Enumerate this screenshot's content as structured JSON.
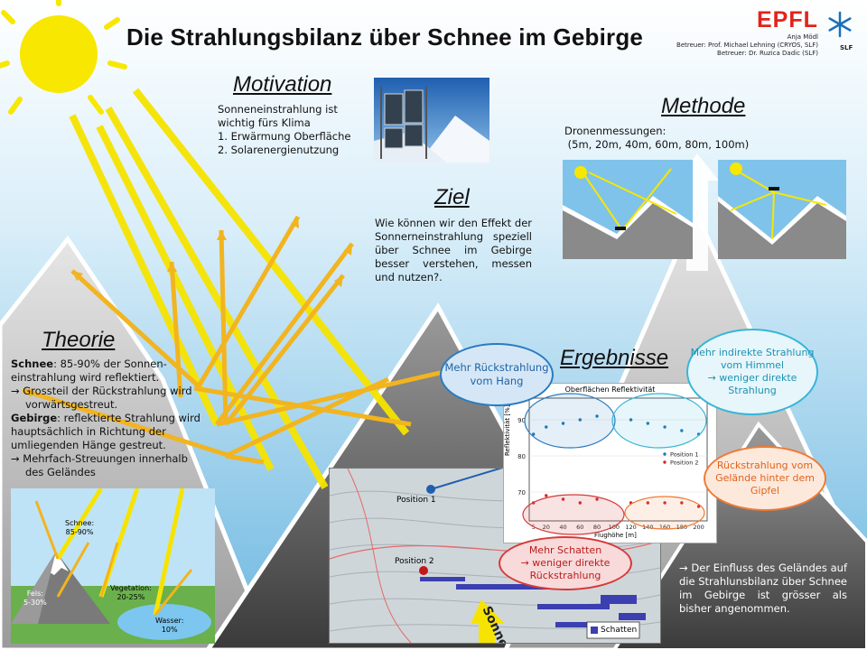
{
  "header": {
    "title": "Die Strahlungsbilanz über Schnee im Gebirge",
    "logo": "EPFL",
    "logo_slf": "SLF",
    "credits": [
      "Anja Mödl",
      "Betreuer: Prof. Michael Lehning (CRYOS, SLF)",
      "Betreuer: Dr. Ruzica Dadic (SLF)"
    ]
  },
  "motivation": {
    "heading": "Motivation",
    "lines": [
      "Sonneneinstrahlung ist",
      "wichtig fürs Klima",
      "1. Erwärmung Oberfläche",
      "2. Solarenergienutzung"
    ]
  },
  "methode": {
    "heading": "Methode",
    "lines": [
      "Dronenmessungen:",
      " (5m, 20m, 40m, 60m, 80m, 100m)"
    ]
  },
  "ziel": {
    "heading": "Ziel",
    "text": "Wie können wir den Effekt der Sonnerneinstrahlung speziell über Schnee im Gebirge besser verstehen, messen und nutzen?."
  },
  "theorie": {
    "heading": "Theorie",
    "p1_bold": "Schnee",
    "p1": ": 85-90% der Sonnen-einstrahlung wird reflektiert.",
    "p2": "→ Grossteil der Rückstrahlung wird vorwärtsgestreut.",
    "p3_bold": "Gebirge",
    "p3": ": reflektierte Strahlung wird hauptsächlich in Richtung der umliegenden Hänge gestreut.",
    "p4": "→ Mehrfach-Streuungen innerhalb des Geländes",
    "diagram": {
      "snow_label": "Schnee:",
      "snow_value": "85-90%",
      "rock_label": "Fels:",
      "rock_value": "5-30%",
      "veg_label": "Vegetation:",
      "veg_value": "20-25%",
      "water_label": "Wasser:",
      "water_value": "10%"
    }
  },
  "ergebnisse": {
    "heading": "Ergebnisse",
    "bubble_hang": "Mehr Rückstrahlung vom Hang",
    "bubble_himmel_1": "Mehr indirekte Strahlung vom Himmel",
    "bubble_himmel_2": "→ weniger direkte Strahlung",
    "bubble_gelaende": "Rückstrahlung vom Gelände hinter dem Gipfel",
    "bubble_schatten_1": "Mehr Schatten",
    "bubble_schatten_2": "→ weniger direkte Rückstrahlung",
    "map": {
      "position1": "Position 1",
      "position2": "Position 2",
      "sun_label": "Sonne",
      "legend_schatten": "Schatten"
    },
    "conclusion": "→ Der Einfluss des Geländes auf die Strahlunsbilanz über Schnee im Gebirge ist grösser als bisher angenommen."
  },
  "chart_data": {
    "type": "scatter",
    "title": "Oberflächen Reflektivität",
    "xlabel": "Flughöhe [m]",
    "ylabel": "Reflektivität [%]",
    "xlim": [
      0,
      210
    ],
    "ylim": [
      62,
      96
    ],
    "x_ticks": [
      "5",
      "20",
      "40",
      "60",
      "80",
      "100",
      "120",
      "140",
      "160",
      "180",
      "200"
    ],
    "y_ticks": [
      "70",
      "80",
      "90"
    ],
    "legend_position": "right",
    "series": [
      {
        "name": "Position 1",
        "color": "#1f77b4",
        "points": [
          [
            5,
            86
          ],
          [
            20,
            88
          ],
          [
            40,
            89
          ],
          [
            60,
            90
          ],
          [
            80,
            91
          ],
          [
            120,
            90
          ],
          [
            140,
            89
          ],
          [
            160,
            88
          ],
          [
            180,
            87
          ],
          [
            200,
            86
          ]
        ]
      },
      {
        "name": "Position 2",
        "color": "#d62728",
        "points": [
          [
            5,
            67
          ],
          [
            20,
            69
          ],
          [
            40,
            68
          ],
          [
            60,
            67
          ],
          [
            80,
            68
          ],
          [
            120,
            67
          ],
          [
            140,
            67
          ],
          [
            160,
            67
          ],
          [
            180,
            67
          ],
          [
            200,
            66
          ]
        ]
      }
    ]
  },
  "colors": {
    "sky": "#7fc3e6",
    "mountain": "#c9c9c9",
    "ray_yellow": "#f6e400",
    "ray_orange": "#f2b41f",
    "logo_red": "#e2231a",
    "blue_bubble": "#2b7bc0",
    "red_bubble": "#d63a3a",
    "orange_bubble": "#f07a35",
    "cyan_bubble": "#37b6d6"
  }
}
